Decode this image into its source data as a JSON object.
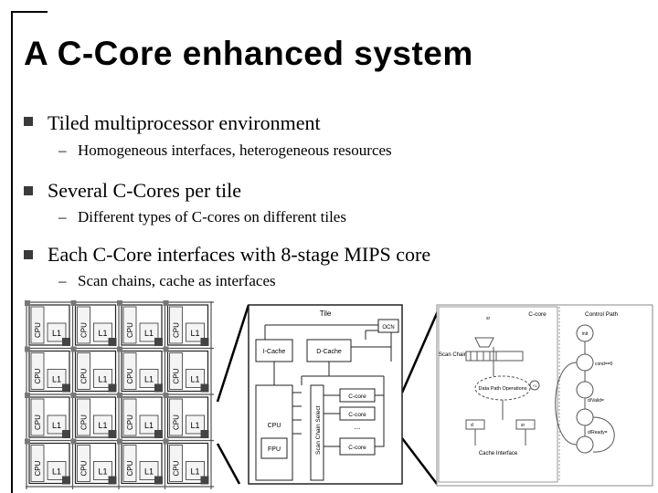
{
  "slide": {
    "title": "A C-Core enhanced system",
    "bullets": [
      {
        "text": "Tiled multiprocessor environment",
        "sub": "Homogeneous interfaces, heterogeneous resources"
      },
      {
        "text": "Several C-Cores per tile",
        "sub": "Different types of C-cores on different tiles"
      },
      {
        "text": "Each C-Core interfaces with 8-stage MIPS core",
        "sub": "Scan chains, cache as interfaces"
      }
    ],
    "dash": "–"
  },
  "grid": {
    "cpu_label": "CPU",
    "l1_label": "L1",
    "rows": 4,
    "cols": 4
  },
  "tile": {
    "title": "Tile",
    "ocn": "OCN",
    "icache": "I-Cache",
    "dcache": "D-Cache",
    "cpu": "CPU",
    "fpu": "FPU",
    "scan_chain_select": "Scan Chain Select",
    "ccores": [
      "C-core",
      "C-core",
      "C-core"
    ],
    "ellipsis": "..."
  },
  "ccore_detail": {
    "c_core": "C-core",
    "control_path": "Control Path",
    "scan_chain": "Scan Chain",
    "data_path_ops": "Data Path Operations",
    "cache_interface": "Cache Interface",
    "init": "init",
    "cond": "cond==0",
    "state_labels": [
      "d/Valid=",
      "d/Ready="
    ],
    "small_labels": [
      "sr",
      "d",
      "sr",
      "+1"
    ]
  }
}
